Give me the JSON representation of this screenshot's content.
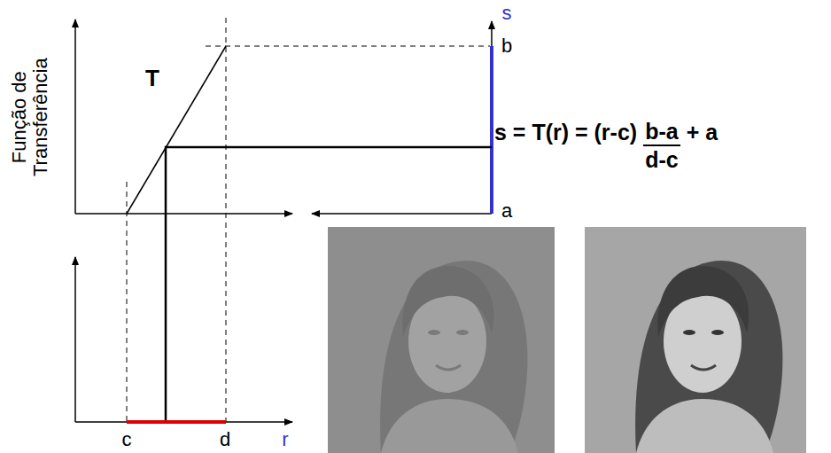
{
  "diagram": {
    "labels": [
      "Função de Transferência",
      "T",
      "s",
      "b",
      "a",
      "s = T(r) = (r-c)",
      "b-a",
      "+ a",
      "d-c",
      "c",
      "d",
      "r"
    ]
  }
}
